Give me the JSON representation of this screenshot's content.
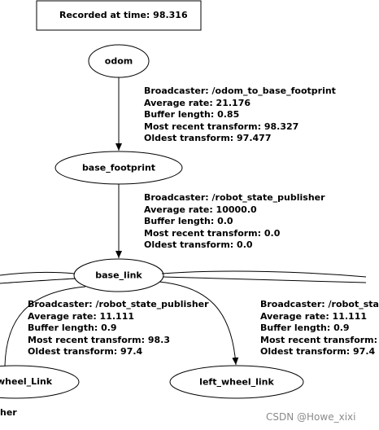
{
  "header": {
    "recorded_label": "Recorded at time: 98.316"
  },
  "nodes": {
    "odom": "odom",
    "base_footprint": "base_footprint",
    "base_link": "base_link",
    "right_wheel_link_partial": "wheel_Link",
    "left_wheel_link": "left_wheel_link"
  },
  "edges": {
    "odom_to_footprint": {
      "broadcaster": "Broadcaster: /odom_to_base_footprint",
      "average_rate": "Average rate: 21.176",
      "buffer_length": "Buffer length: 0.85",
      "most_recent": "Most recent transform: 98.327",
      "oldest": "Oldest transform: 97.477"
    },
    "footprint_to_base_link": {
      "broadcaster": "Broadcaster: /robot_state_publisher",
      "average_rate": "Average rate: 10000.0",
      "buffer_length": "Buffer length: 0.0",
      "most_recent": "Most recent transform: 0.0",
      "oldest": "Oldest transform: 0.0"
    },
    "base_link_to_wheel_left_side": {
      "broadcaster": "Broadcaster: /robot_state_publisher",
      "average_rate": "Average rate: 11.111",
      "buffer_length": "Buffer length: 0.9",
      "most_recent": "Most recent transform: 98.3",
      "oldest": "Oldest transform: 97.4"
    },
    "base_link_to_right_partial": {
      "broadcaster": "Broadcaster: /robot_sta",
      "average_rate": "Average rate: 11.111",
      "buffer_length": "Buffer length: 0.9",
      "most_recent": "Most recent transform:",
      "oldest": "Oldest transform: 97.4"
    }
  },
  "bottom_partial_text": "her",
  "watermark": "CSDN @Howe_xixi"
}
